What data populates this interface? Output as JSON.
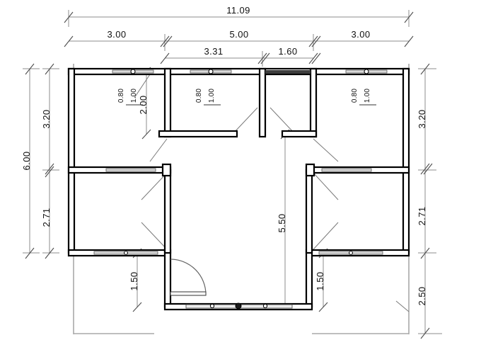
{
  "drawing": {
    "type": "architectural-floor-plan",
    "title": "",
    "units": "m",
    "line_color": "#000000",
    "dimension_line_color": "#8c8c8c",
    "construction_line_color": "#a6a6a6",
    "background_color": "#ffffff"
  },
  "dimensions": {
    "top": {
      "overall": "11.09",
      "row_main": [
        "3.00",
        "5.00",
        "3.00"
      ],
      "row_detail": [
        "3.31",
        "1.60"
      ]
    },
    "left": {
      "overall": "6.00",
      "segments": [
        "3.20",
        "2.71"
      ]
    },
    "right": {
      "segments": [
        "3.20",
        "2.71",
        "2.50"
      ]
    },
    "interior": {
      "partition_depth": "2.00",
      "centre_depth": "5.50",
      "left_bay": "1.50",
      "right_bay": "1.50"
    }
  },
  "openings": {
    "windows": [
      {
        "id": "w1",
        "sill": "0.80",
        "height": "1.00",
        "wall": "top-left"
      },
      {
        "id": "w2",
        "sill": "0.80",
        "height": "1.00",
        "wall": "top-centre"
      },
      {
        "id": "w3",
        "sill": "0.80",
        "height": "1.00",
        "wall": "top-right"
      }
    ],
    "doors": [
      {
        "id": "d1",
        "wall": "interior-lower-left",
        "swing": "arc"
      }
    ]
  },
  "labels": {
    "overall_width": "11.09",
    "overall_height": "6.00",
    "bay_left": "3.00",
    "bay_centre": "5.00",
    "bay_right": "3.00",
    "detail_a": "3.31",
    "detail_b": "1.60",
    "left_upper": "3.20",
    "left_lower": "2.71",
    "right_upper": "3.20",
    "right_middle": "2.71",
    "right_lower": "2.50",
    "inner_top": "2.00",
    "inner_centre": "5.50",
    "inner_left_bay": "1.50",
    "inner_right_bay": "1.50",
    "win_sill_1": "0.80",
    "win_head_1": "1.00",
    "win_sill_2": "0.80",
    "win_head_2": "1.00",
    "win_sill_3": "0.80",
    "win_head_3": "1.00"
  }
}
